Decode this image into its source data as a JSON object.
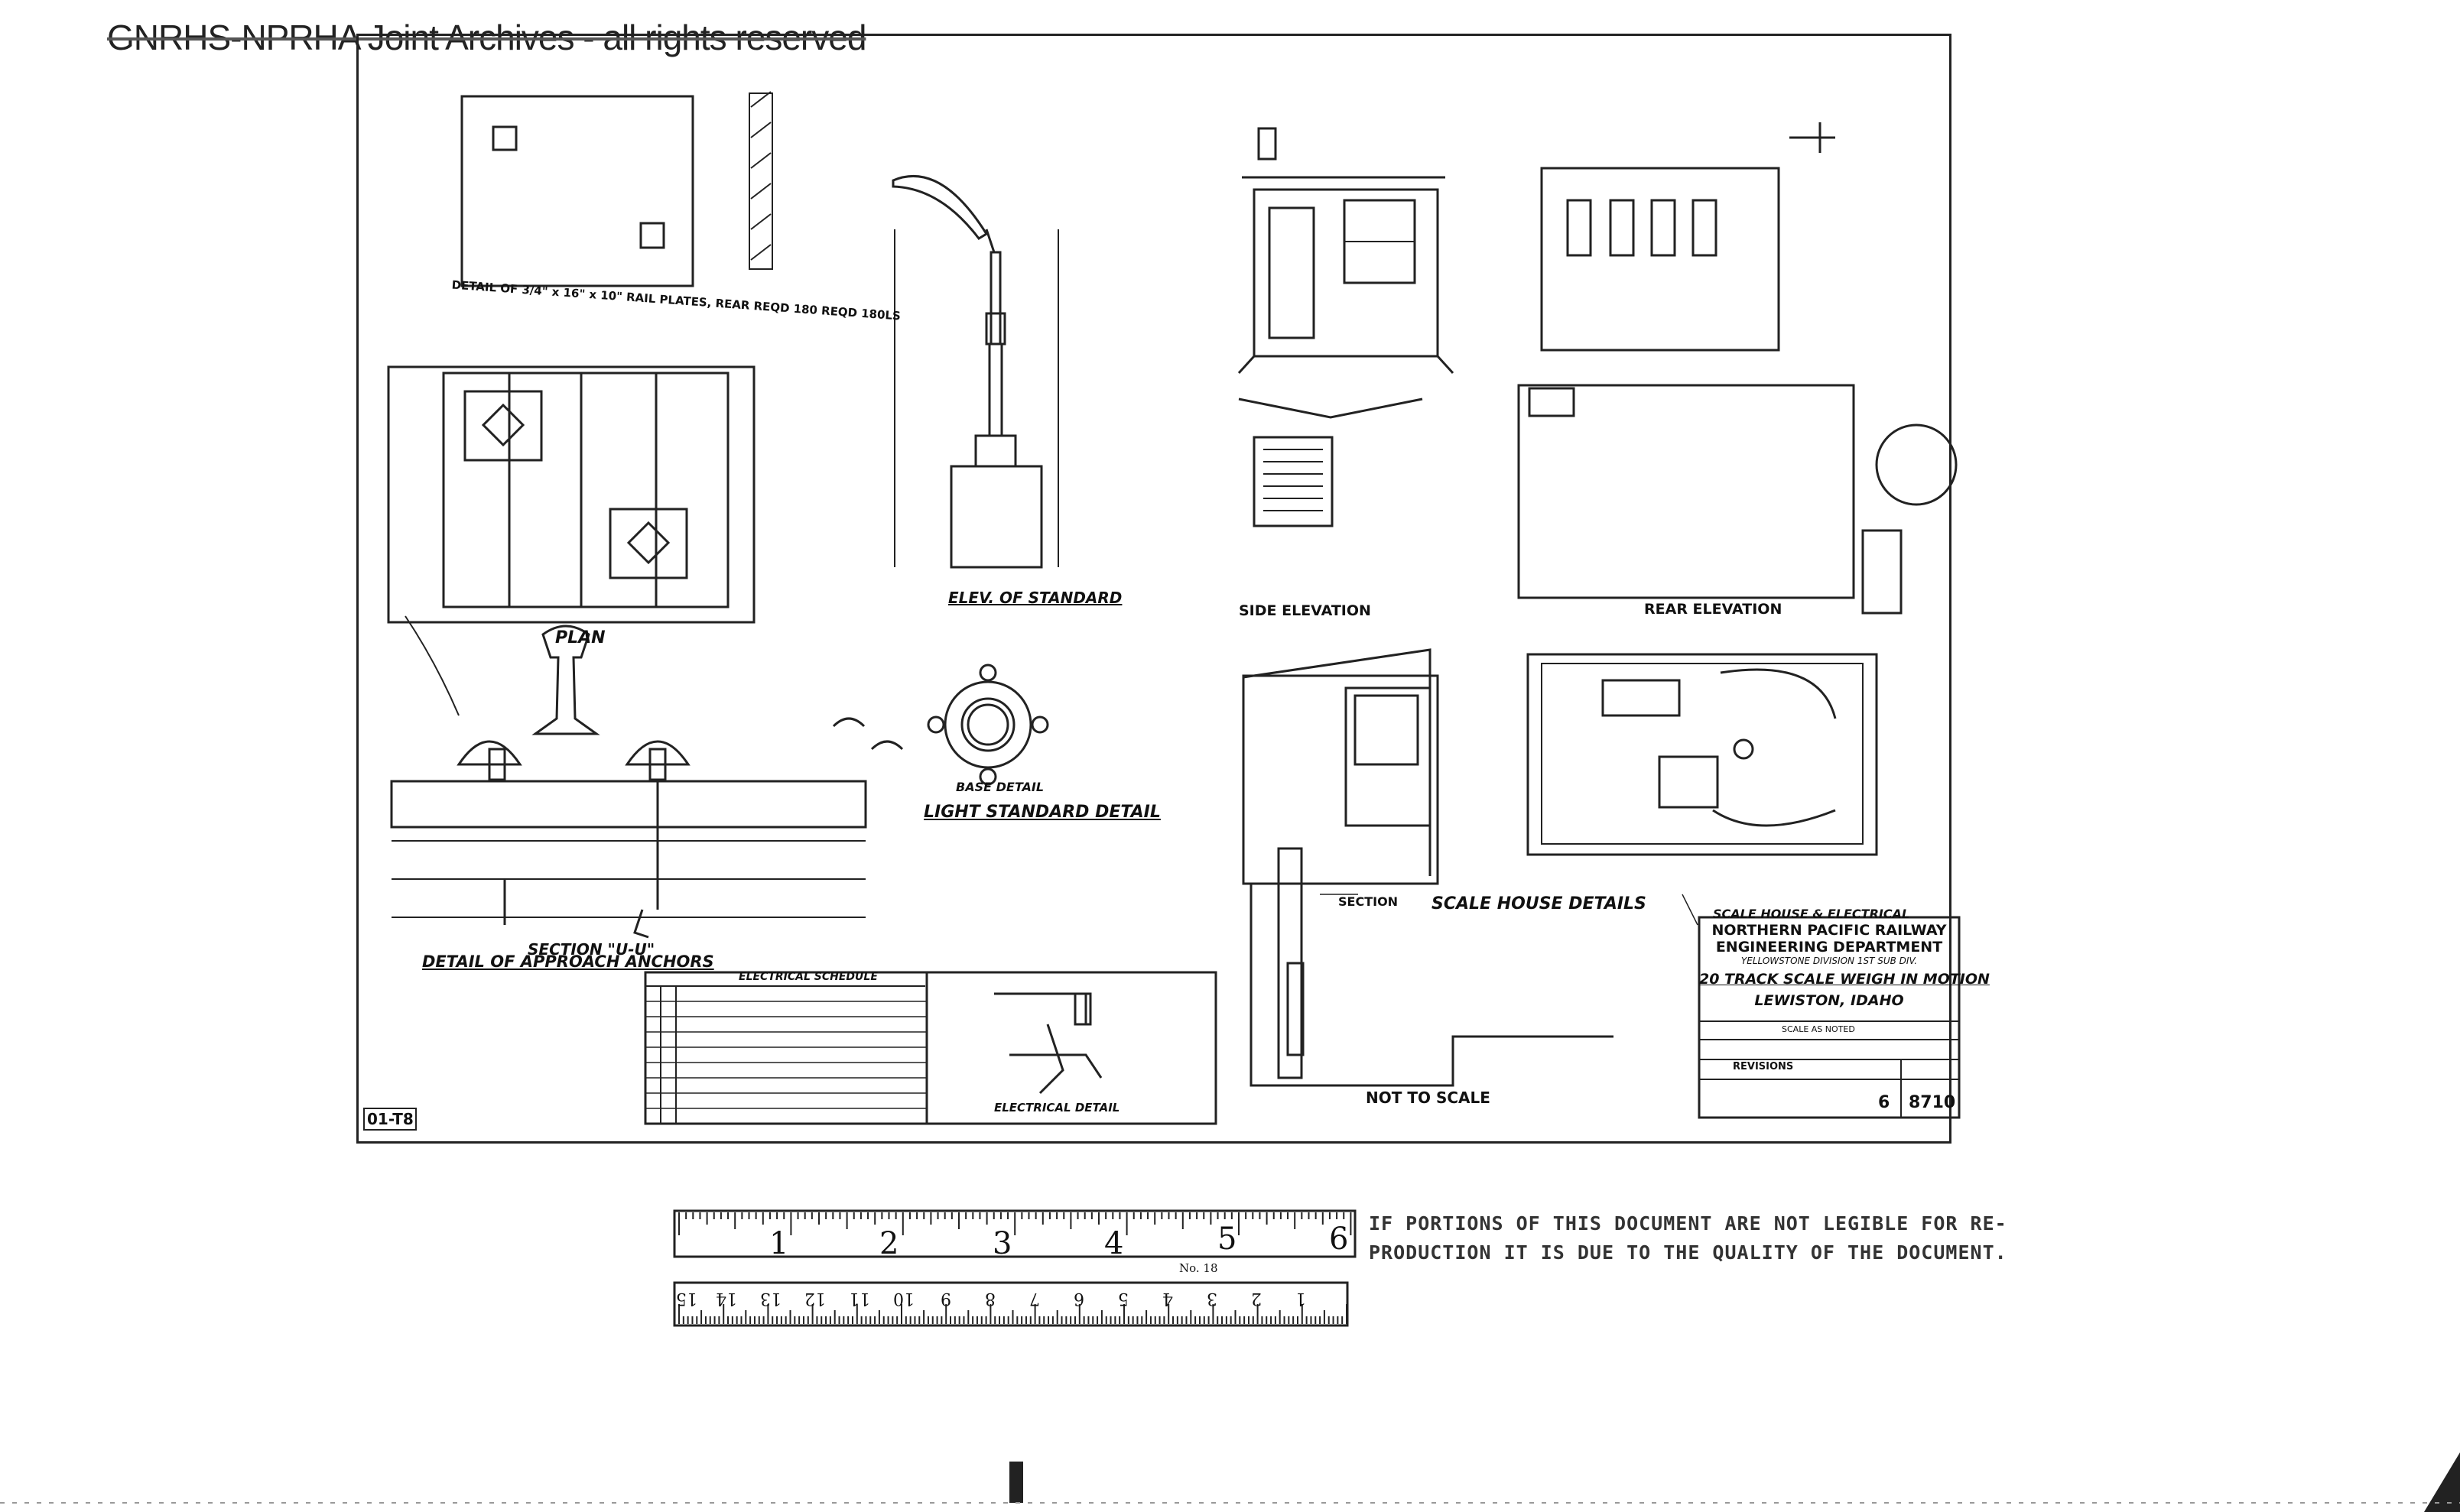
{
  "watermark": "GNRHS-NPRHA Joint Archives - all rights reserved",
  "drawing": {
    "labels": {
      "detail_rail": "DETAIL OF 3/4\" x 16\" x 10\" RAIL PLATES, REAR REQD 180 REQD 180LS",
      "plan": "PLAN",
      "section_uu": "SECTION \"U-U\"",
      "detail_anchors": "DETAIL OF APPROACH ANCHORS",
      "elev_standard": "ELEV. OF STANDARD",
      "base_detail": "BASE DETAIL",
      "light_standard_detail": "LIGHT STANDARD DETAIL",
      "side_elevation": "SIDE ELEVATION",
      "rear_elevation": "REAR ELEVATION",
      "section": "SECTION",
      "scale_house_details": "SCALE HOUSE DETAILS",
      "electrical_schedule": "ELECTRICAL SCHEDULE",
      "electrical_detail": "ELECTRICAL DETAIL",
      "not_to_scale": "NOT TO SCALE",
      "scale_house_electrical": "SCALE HOUSE & ELECTRICAL",
      "sheet_stamp": "01-T8"
    },
    "title_block": {
      "line1": "NORTHERN PACIFIC RAILWAY",
      "line2": "ENGINEERING DEPARTMENT",
      "line3": "YELLOWSTONE DIVISION 1ST SUB DIV.",
      "project": "20 TRACK SCALE WEIGH IN MOTION",
      "location": "LEWISTON, IDAHO",
      "revisions": "REVISIONS",
      "scale": "SCALE AS NOTED",
      "sheet_no": "6",
      "drawing_no": "8710"
    }
  },
  "notice_lines": [
    "IF PORTIONS OF THIS DOCUMENT ARE NOT LEGIBLE FOR RE-",
    "PRODUCTION IT IS DUE TO THE QUALITY OF THE DOCUMENT."
  ],
  "ruler": {
    "inches": [
      "1",
      "2",
      "3",
      "4",
      "5",
      "6"
    ],
    "cm": [
      "1",
      "2",
      "3",
      "4",
      "5",
      "6",
      "7",
      "8",
      "9",
      "10",
      "11",
      "12",
      "13",
      "14",
      "15"
    ],
    "maker": "No. 18"
  }
}
